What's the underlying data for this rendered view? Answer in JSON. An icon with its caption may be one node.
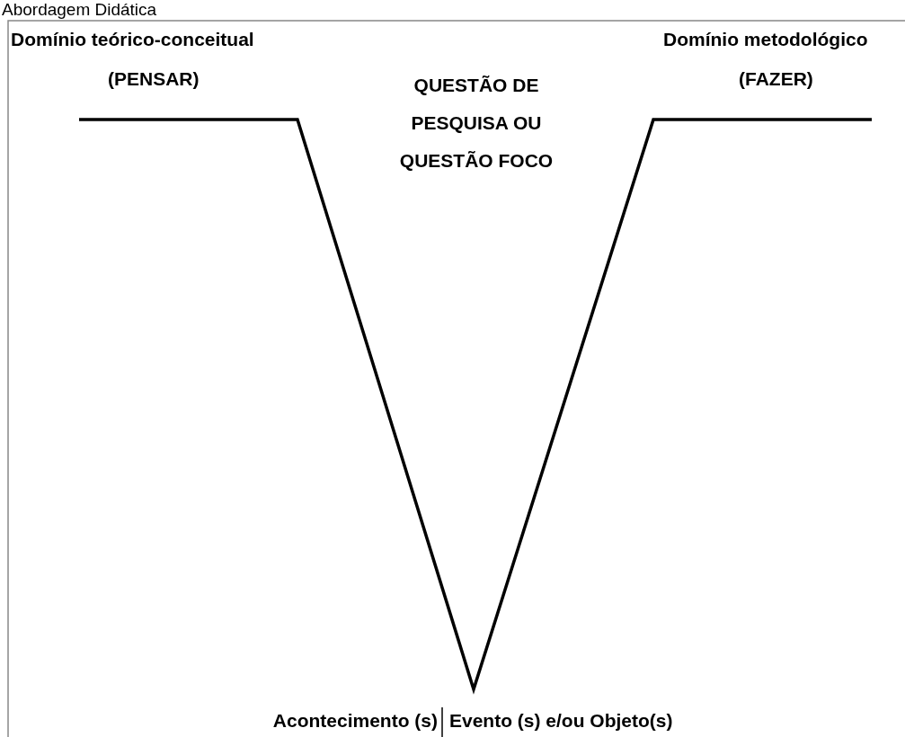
{
  "diagram": {
    "title": "Abordagem Didática",
    "labels": [
      "Domínio teórico-conceitual",
      "(PENSAR)",
      "QUESTÃO DE PESQUISA OU QUESTÃO FOCO",
      "Domínio metodológico",
      "(FAZER)",
      "Acontecimento (s)",
      "Evento (s) e/ou Objeto(s)"
    ]
  }
}
